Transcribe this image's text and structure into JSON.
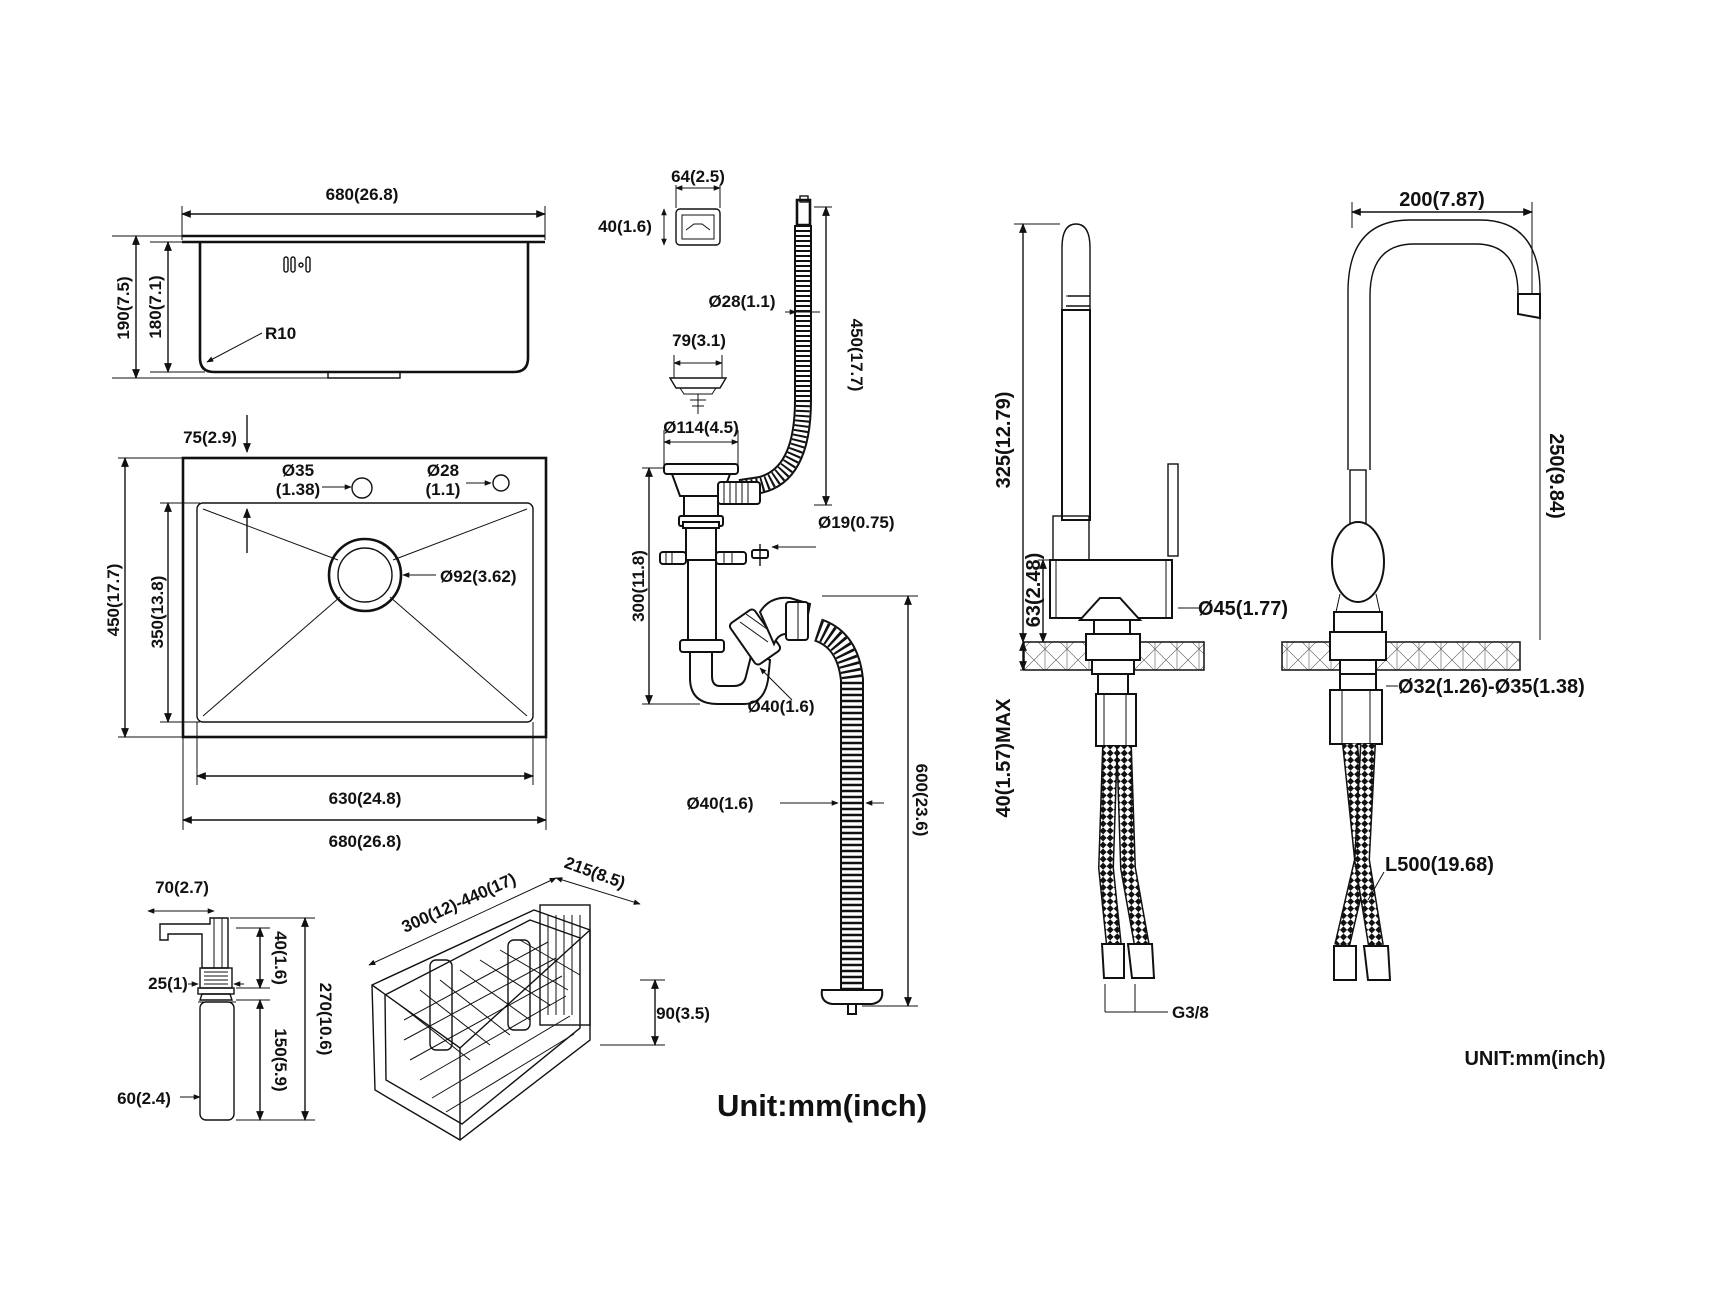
{
  "sink_side": {
    "width": "680(26.8)",
    "height_outer": "190(7.5)",
    "height_inner": "180(7.1)",
    "radius": "R10"
  },
  "sink_top": {
    "offset": "75(2.9)",
    "hole_large_dia": "Ø35",
    "hole_large_in": "(1.38)",
    "hole_small_dia": "Ø28",
    "hole_small_in": "(1.1)",
    "drain": "Ø92(3.62)",
    "depth_outer": "450(17.7)",
    "depth_inner": "350(13.8)",
    "width_inner": "630(24.8)",
    "width_outer": "680(26.8)"
  },
  "overflow": {
    "width": "64(2.5)",
    "height": "40(1.6)",
    "hose_dia": "Ø28(1.1)",
    "hose_len": "450(17.7)"
  },
  "strainer": {
    "top_dia": "79(3.1)",
    "flange_dia": "Ø114(4.5)"
  },
  "drain_pipe": {
    "height": "300(11.8)",
    "side_dia": "Ø19(0.75)",
    "trap_dia": "Ø40(1.6)",
    "hose_dia": "Ø40(1.6)",
    "hose_len": "600(23.6)"
  },
  "dispenser": {
    "spout": "70(2.7)",
    "collar": "25(1)",
    "cap_h": "40(1.6)",
    "bottle_h": "150(5.9)",
    "total_h": "270(10.6)",
    "bottle_dia": "60(2.4)"
  },
  "basket": {
    "length": "300(12)-440(17)",
    "width": "215(8.5)",
    "height": "90(3.5)"
  },
  "unit_main": "Unit:mm(inch)",
  "faucet_side": {
    "height": "325(12.79)",
    "base_h": "63(2.48)",
    "deck_max": "40(1.57)MAX",
    "body_dia": "Ø45(1.77)",
    "thread": "G3/8"
  },
  "faucet_front": {
    "reach": "200(7.87)",
    "spout_h": "250(9.84)",
    "hole": "Ø32(1.26)-Ø35(1.38)",
    "hose_len": "L500(19.68)"
  },
  "unit_faucet": "UNIT:mm(inch)"
}
